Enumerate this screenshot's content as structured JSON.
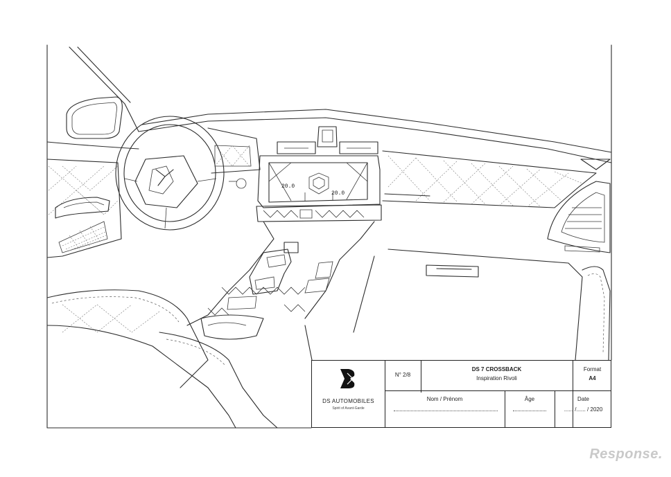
{
  "title_block": {
    "brand": "DS AUTOMOBILES",
    "tagline": "Spirit of Avant-Garde",
    "number": "N° 2/8",
    "model": "DS 7 CROSSBACK",
    "inspiration": "Inspiration Rivoli",
    "format_label": "Format",
    "format_value": "A4",
    "name_label": "Nom / Prénom",
    "age_label": "Âge",
    "date_label": "Date",
    "date_value": "...... /...... / 2020"
  },
  "screen": {
    "left_temp": "20.0",
    "right_temp": "20.0"
  },
  "watermark": "Response."
}
